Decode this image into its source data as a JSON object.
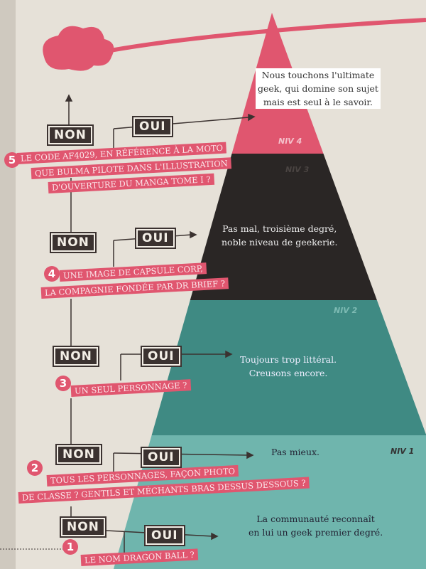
{
  "levels": [
    {
      "label": "NIV 4",
      "text": [
        "Nous touchons l'ultimate",
        "geek, qui domine son sujet",
        "mais est seul à le savoir."
      ]
    },
    {
      "label": "NIV 3",
      "text": [
        "Pas mal, troisième degré,",
        "noble niveau de geekerie."
      ]
    },
    {
      "label": "NIV 2",
      "text": [
        "Toujours trop littéral.",
        "Creusons encore."
      ]
    },
    {
      "label": "NIV 1",
      "text": [
        "Pas mieux."
      ]
    },
    {
      "label": "",
      "text": [
        "La communauté reconnaît",
        "en lui un geek premier degré."
      ]
    }
  ],
  "questions": [
    {
      "num": "5",
      "lines": [
        "LE CODE AF4029, EN RÉFÉRENCE À LA MOTO",
        "QUE BULMA PILOTE DANS L'ILLUSTRATION",
        "D'OUVERTURE DU MANGA TOME I ?"
      ]
    },
    {
      "num": "4",
      "lines": [
        "UNE IMAGE DE CAPSULE CORP,",
        "LA COMPAGNIE FONDÉE PAR DR BRIEF ?"
      ]
    },
    {
      "num": "3",
      "lines": [
        "UN SEUL PERSONNAGE ?"
      ]
    },
    {
      "num": "2",
      "lines": [
        "TOUS LES PERSONNAGES, FAÇON PHOTO",
        "DE CLASSE ? GENTILS ET MÉCHANTS BRAS DESSUS DESSOUS ?"
      ]
    },
    {
      "num": "1",
      "lines": [
        "LE NOM DRAGON BALL ?"
      ]
    }
  ],
  "labels": {
    "no": "NON",
    "yes": "OUI"
  },
  "colors": {
    "pink": "#e0566f",
    "dark": "#2a2625",
    "teal": "#3f8a83",
    "light_teal": "#6fb5ad",
    "paper": "#e6e1d8"
  }
}
